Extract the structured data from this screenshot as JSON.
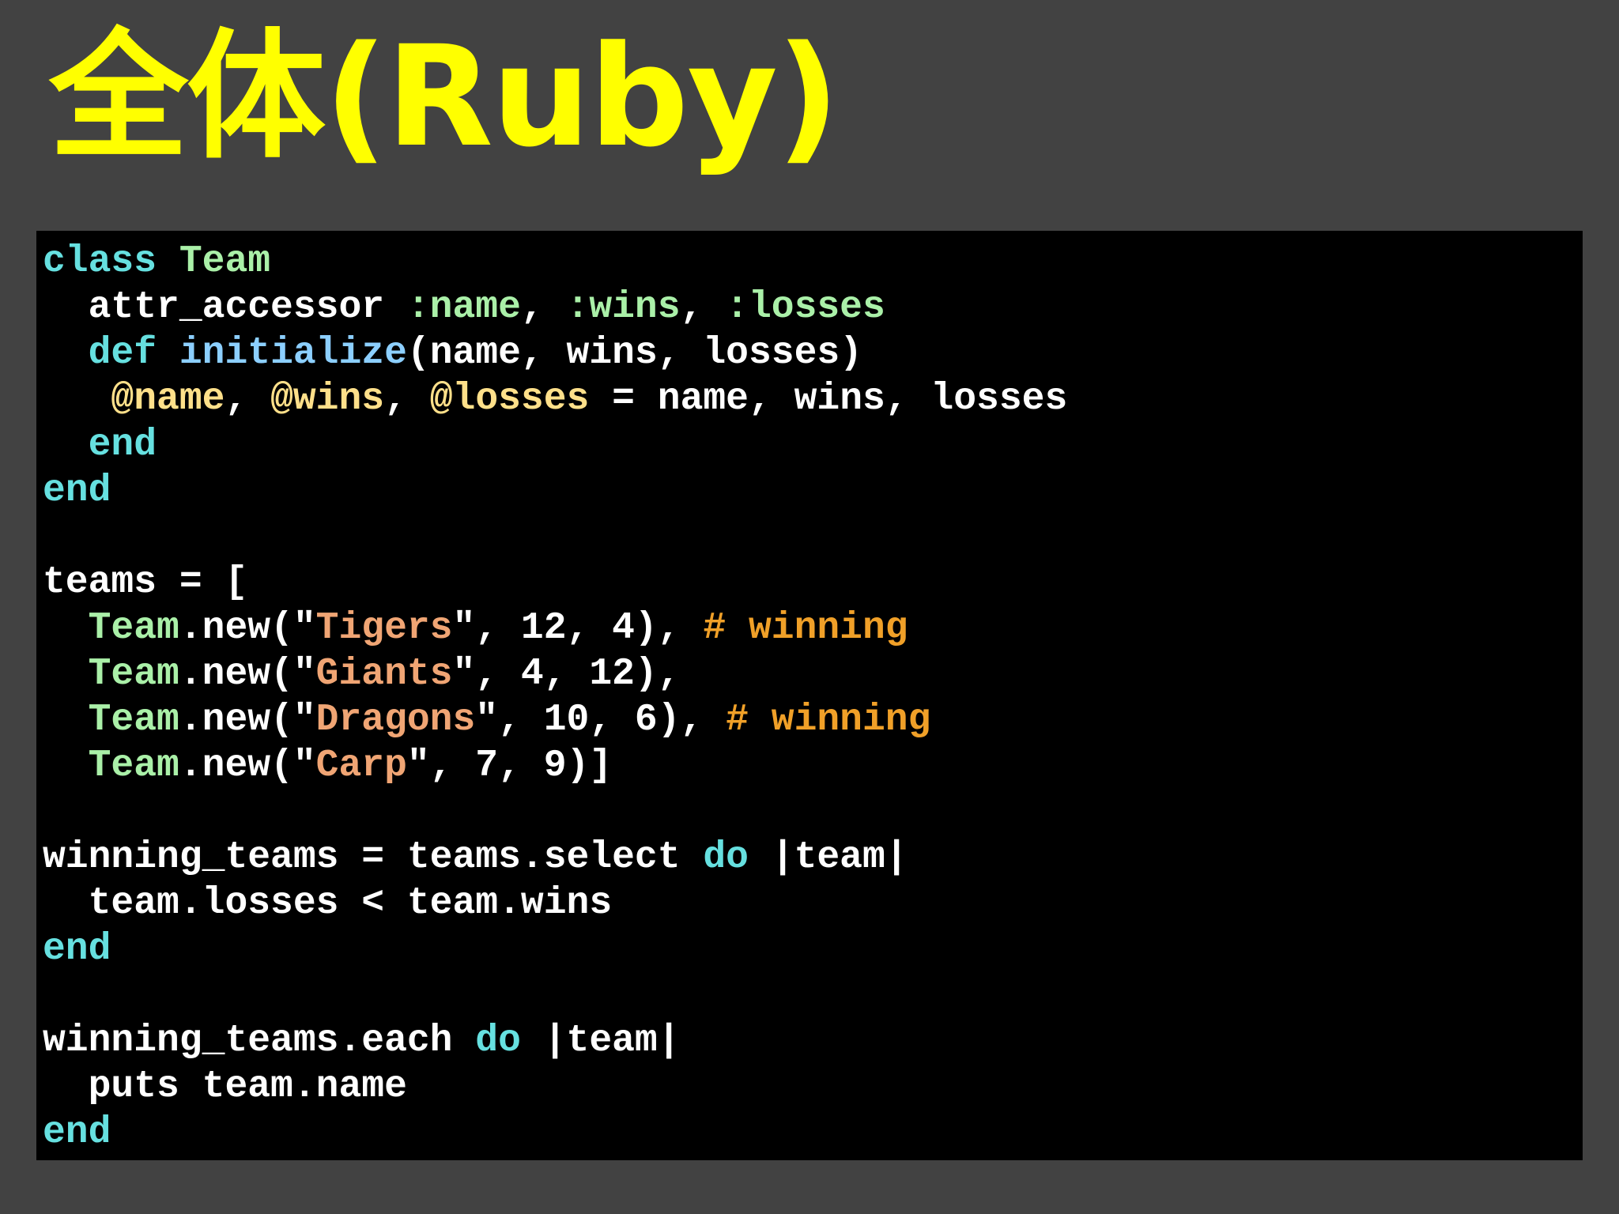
{
  "title": "全体(Ruby)",
  "code": {
    "language": "Ruby",
    "lines": [
      [
        {
          "t": "class",
          "k": "kw"
        },
        {
          "t": " ",
          "k": ""
        },
        {
          "t": "Team",
          "k": "cls"
        }
      ],
      [
        {
          "t": "  attr_accessor ",
          "k": ""
        },
        {
          "t": ":name",
          "k": "sym"
        },
        {
          "t": ", ",
          "k": ""
        },
        {
          "t": ":wins",
          "k": "sym"
        },
        {
          "t": ", ",
          "k": ""
        },
        {
          "t": ":losses",
          "k": "sym"
        }
      ],
      [
        {
          "t": "  ",
          "k": ""
        },
        {
          "t": "def",
          "k": "kw"
        },
        {
          "t": " ",
          "k": ""
        },
        {
          "t": "initialize",
          "k": "fn"
        },
        {
          "t": "(name, wins, losses)",
          "k": ""
        }
      ],
      [
        {
          "t": "   ",
          "k": ""
        },
        {
          "t": "@name",
          "k": "ivar"
        },
        {
          "t": ", ",
          "k": ""
        },
        {
          "t": "@wins",
          "k": "ivar"
        },
        {
          "t": ", ",
          "k": ""
        },
        {
          "t": "@losses",
          "k": "ivar"
        },
        {
          "t": " = name, wins, losses",
          "k": ""
        }
      ],
      [
        {
          "t": "  ",
          "k": ""
        },
        {
          "t": "end",
          "k": "kw"
        }
      ],
      [
        {
          "t": "end",
          "k": "kw"
        }
      ],
      [],
      [
        {
          "t": "teams = [",
          "k": ""
        }
      ],
      [
        {
          "t": "  ",
          "k": ""
        },
        {
          "t": "Team",
          "k": "cls"
        },
        {
          "t": ".new(\"",
          "k": ""
        },
        {
          "t": "Tigers",
          "k": "str"
        },
        {
          "t": "\", 12, 4), ",
          "k": ""
        },
        {
          "t": "# winning",
          "k": "cmt"
        }
      ],
      [
        {
          "t": "  ",
          "k": ""
        },
        {
          "t": "Team",
          "k": "cls"
        },
        {
          "t": ".new(\"",
          "k": ""
        },
        {
          "t": "Giants",
          "k": "str"
        },
        {
          "t": "\", 4, 12),",
          "k": ""
        }
      ],
      [
        {
          "t": "  ",
          "k": ""
        },
        {
          "t": "Team",
          "k": "cls"
        },
        {
          "t": ".new(\"",
          "k": ""
        },
        {
          "t": "Dragons",
          "k": "str"
        },
        {
          "t": "\", 10, 6), ",
          "k": ""
        },
        {
          "t": "# winning",
          "k": "cmt"
        }
      ],
      [
        {
          "t": "  ",
          "k": ""
        },
        {
          "t": "Team",
          "k": "cls"
        },
        {
          "t": ".new(\"",
          "k": ""
        },
        {
          "t": "Carp",
          "k": "str"
        },
        {
          "t": "\", 7, 9)]",
          "k": ""
        }
      ],
      [],
      [
        {
          "t": "winning_teams = teams.select ",
          "k": ""
        },
        {
          "t": "do",
          "k": "kw"
        },
        {
          "t": " |team|",
          "k": ""
        }
      ],
      [
        {
          "t": "  team.losses < team.wins",
          "k": ""
        }
      ],
      [
        {
          "t": "end",
          "k": "kw"
        }
      ],
      [],
      [
        {
          "t": "winning_teams.each ",
          "k": ""
        },
        {
          "t": "do",
          "k": "kw"
        },
        {
          "t": " |team|",
          "k": ""
        }
      ],
      [
        {
          "t": "  puts team.name",
          "k": ""
        }
      ],
      [
        {
          "t": "end",
          "k": "kw"
        }
      ]
    ]
  },
  "colors": {
    "background": "#424242",
    "code_background": "#000000",
    "title": "#ffff00",
    "keyword": "#66e0e0",
    "class_and_symbol": "#aaf0a8",
    "method_name": "#8ccfff",
    "instance_variable": "#ffe08a",
    "string": "#f0a574",
    "comment": "#f0a028",
    "plain": "#ffffff"
  }
}
